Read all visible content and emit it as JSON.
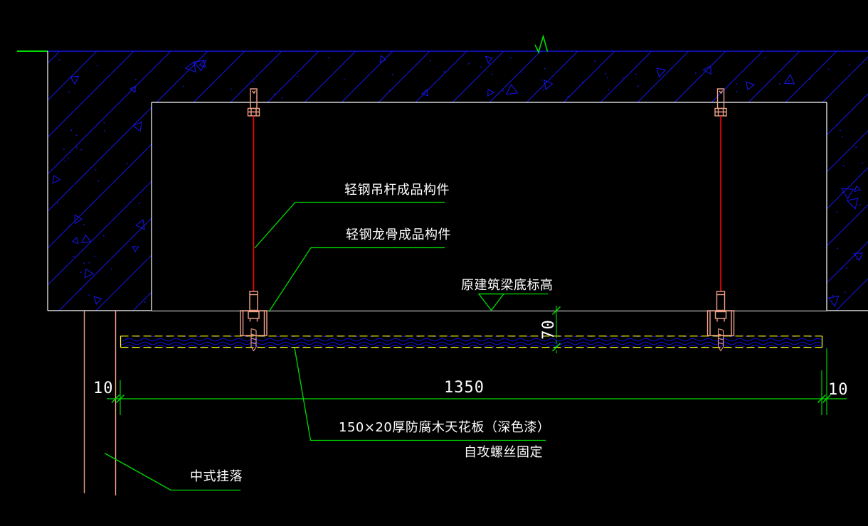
{
  "labels": {
    "hanger_rod": "轻钢吊杆成品构件",
    "keel": "轻钢龙骨成品构件",
    "beam_bottom_elevation": "原建筑梁底标高",
    "ceiling_board": "150×20厚防腐木天花板（深色漆）",
    "screw_fixing": "自攻螺丝固定",
    "chinese_fascia": "中式挂落"
  },
  "dimensions": {
    "overall_width": "1350",
    "left_offset": "10",
    "right_offset": "10",
    "drop_height": "70"
  },
  "colors": {
    "background": "#000000",
    "concrete_hatch_blue": "#1414dc",
    "outline_white": "#ffffff",
    "beam_level_gray": "#999999",
    "annotation_green": "#00dc00",
    "hanger_red": "#ff0000",
    "component_pink": "#f2a288",
    "board_edge_yellow": "#ffff00",
    "wood_grain_blue": "#0d0dd8"
  }
}
